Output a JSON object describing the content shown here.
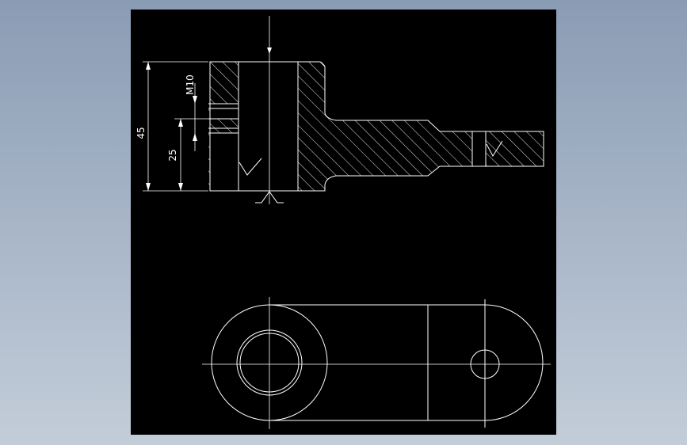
{
  "colors": {
    "background_top": "#8a9cb4",
    "background_bottom": "#c3cdd9",
    "viewport": "#000000",
    "lines": "#ffffff"
  },
  "dimensions": {
    "overall_height": "45",
    "lower_height": "25",
    "thread": "M10"
  }
}
